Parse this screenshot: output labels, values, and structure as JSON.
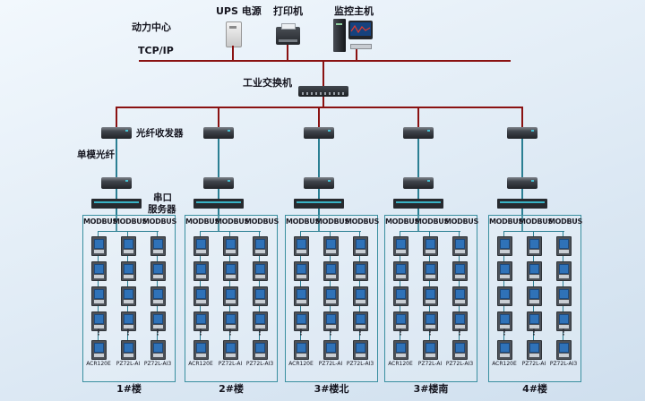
{
  "header": {
    "power_center": "动力中心",
    "ups_label": "UPS 电源",
    "printer_label": "打印机",
    "host_label": "监控主机",
    "tcp_ip": "TCP/IP",
    "switch_label": "工业交换机"
  },
  "annotations": {
    "fiber_transceiver": "光纤收发器",
    "single_mode_fiber": "单模光纤",
    "serial_server": [
      "串口",
      "服务器"
    ]
  },
  "ellipsis": "⋮",
  "groups": [
    {
      "building": "1#楼",
      "bus": [
        "MODBUS",
        "MODBUS",
        "MODBUS"
      ],
      "models": [
        "ACR120E",
        "PZ72L-AI",
        "PZ72L-AI3"
      ]
    },
    {
      "building": "2#楼",
      "bus": [
        "MODBUS",
        "MODBUS",
        "MODBUS"
      ],
      "models": [
        "ACR120E",
        "PZ72L-AI",
        "PZ72L-AI3"
      ]
    },
    {
      "building": "3#楼北",
      "bus": [
        "MODBUS",
        "MODBUS",
        "MODBUS"
      ],
      "models": [
        "ACR120E",
        "PZ72L-AI",
        "PZ72L-AI3"
      ]
    },
    {
      "building": "3#楼南",
      "bus": [
        "MODBUS",
        "MODBUS",
        "MODBUS"
      ],
      "models": [
        "ACR120E",
        "PZ72L-AI",
        "PZ72L-AI3"
      ]
    },
    {
      "building": "4#楼",
      "bus": [
        "MODBUS",
        "MODBUS",
        "MODBUS"
      ],
      "models": [
        "ACR120E",
        "PZ72L-AI",
        "PZ72L-AI3"
      ]
    }
  ],
  "colors": {
    "backbone_line": "#8a1212",
    "field_line": "#2b7f93",
    "panel_border": "#3a8fa0",
    "meter_screen": "#2f72b8",
    "background_top": "#f2f8fd",
    "background_bottom": "#cfdfee"
  }
}
